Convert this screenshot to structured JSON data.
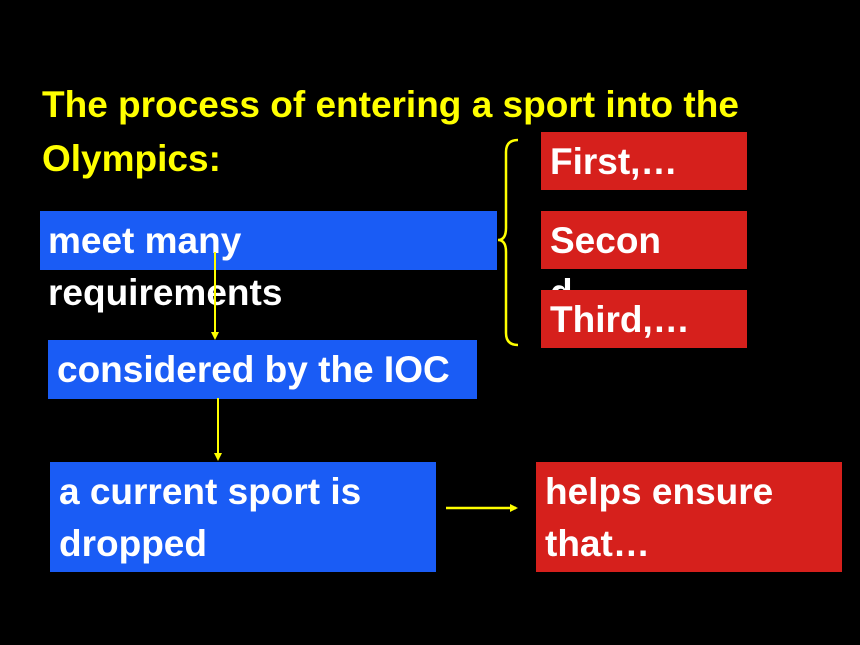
{
  "title": "The process of entering a sport into the Olympics:",
  "steps": [
    {
      "label": "meet  many requirements"
    },
    {
      "label": "considered by the IOC"
    },
    {
      "label": "a current sport is dropped"
    }
  ],
  "sub_points": [
    {
      "label": "First,…"
    },
    {
      "label": "Secon d,…"
    },
    {
      "label": "Third,…"
    }
  ],
  "result": {
    "label": "helps ensure that…"
  },
  "colors": {
    "background": "#000000",
    "title": "#ffff00",
    "step_box": "#1a5cf5",
    "point_box": "#d6201c",
    "arrow": "#ffff00",
    "text": "#ffffff"
  }
}
